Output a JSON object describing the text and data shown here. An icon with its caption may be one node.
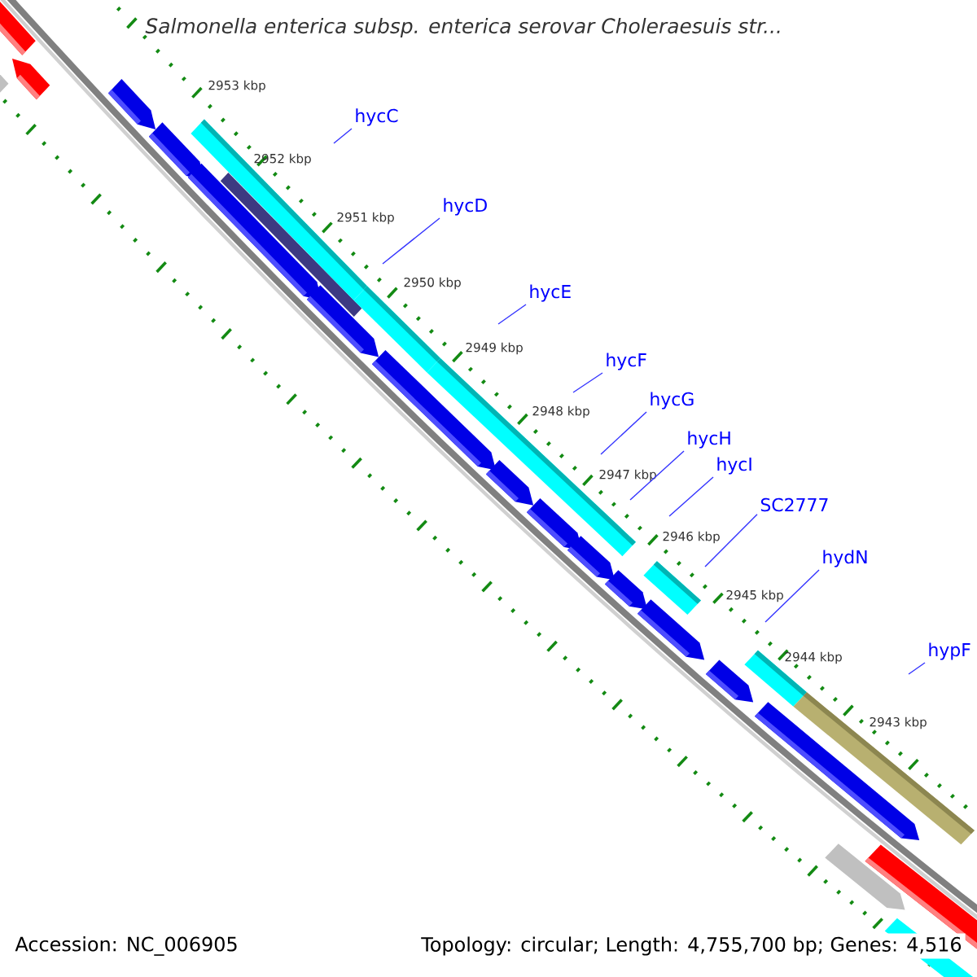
{
  "diagram": {
    "title": "Salmonella enterica subsp. enterica serovar Choleraesuis str...",
    "nodes": [
      {
        "text": [
          "hycC"
        ]
      },
      {
        "text": [
          "hycD"
        ]
      },
      {
        "text": [
          "hycE"
        ]
      },
      {
        "text": [
          "hycF"
        ]
      },
      {
        "text": [
          "hycG"
        ]
      },
      {
        "text": [
          "hycH"
        ]
      },
      {
        "text": [
          "hycI"
        ]
      },
      {
        "text": [
          "SC2777"
        ]
      },
      {
        "text": [
          "hydN"
        ]
      },
      {
        "text": [
          "hypF"
        ]
      }
    ],
    "edges": [
      {
        "from": 0,
        "to": null,
        "arrow": "none"
      },
      {
        "from": 1,
        "to": null,
        "arrow": "none"
      },
      {
        "from": 2,
        "to": null,
        "arrow": "none"
      },
      {
        "from": 3,
        "to": null,
        "arrow": "none"
      },
      {
        "from": 4,
        "to": null,
        "arrow": "none"
      },
      {
        "from": 5,
        "to": null,
        "arrow": "none"
      },
      {
        "from": 6,
        "to": null,
        "arrow": "none"
      },
      {
        "from": 7,
        "to": null,
        "arrow": "none"
      },
      {
        "from": 8,
        "to": null,
        "arrow": "none"
      },
      {
        "from": 9,
        "to": null,
        "arrow": "none"
      }
    ],
    "labels": [
      "2953 kbp",
      "2952 kbp",
      "2951 kbp",
      "2950 kbp",
      "2949 kbp",
      "2948 kbp",
      "2947 kbp",
      "2946 kbp",
      "2945 kbp",
      "2944 kbp",
      "2943 kbp",
      "Accession: NC_006905",
      "Topology: circular; Length: 4,755,700 bp; Genes: 4,516"
    ]
  }
}
